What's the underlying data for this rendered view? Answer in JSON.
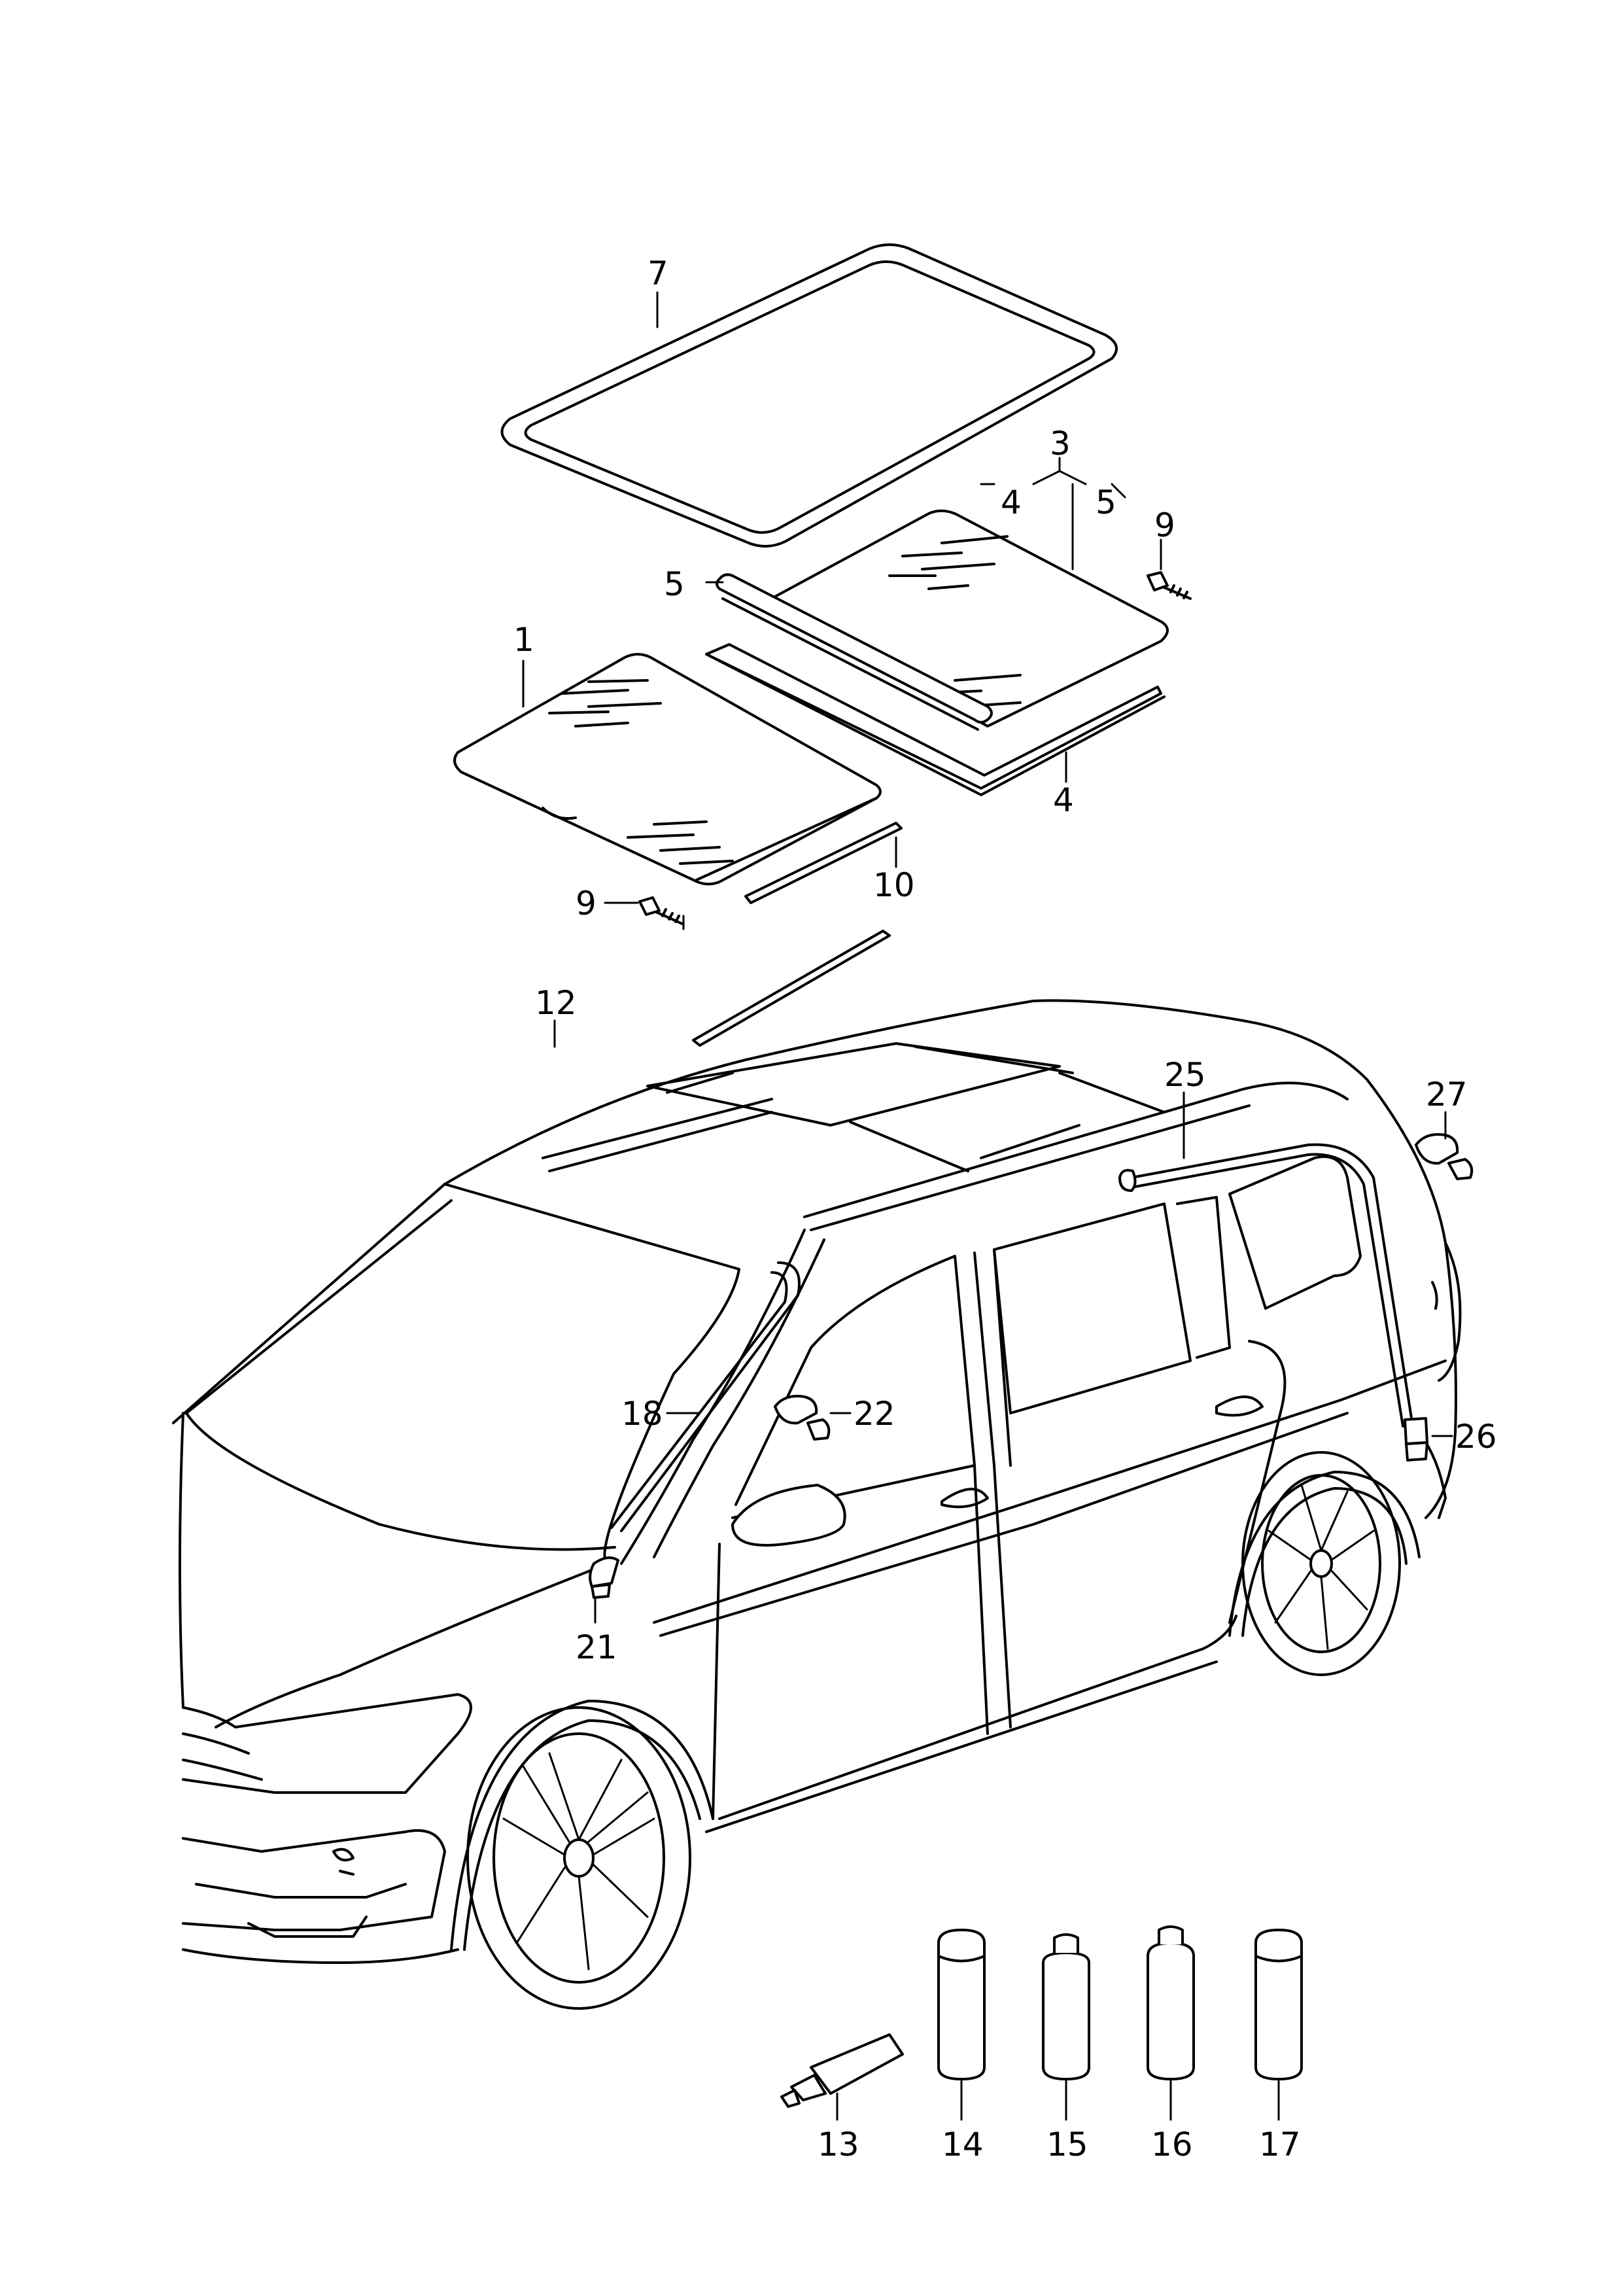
{
  "labels": {
    "l1": "1",
    "l3": "3",
    "l4a": "4",
    "l5a": "5",
    "l4b": "4",
    "l5b": "5",
    "l7": "7",
    "l9a": "9",
    "l9b": "9",
    "l10": "10",
    "l12": "12",
    "l13": "13",
    "l14": "14",
    "l15": "15",
    "l16": "16",
    "l17": "17",
    "l18": "18",
    "l21": "21",
    "l22": "22",
    "l25": "25",
    "l26": "26",
    "l27": "27"
  }
}
